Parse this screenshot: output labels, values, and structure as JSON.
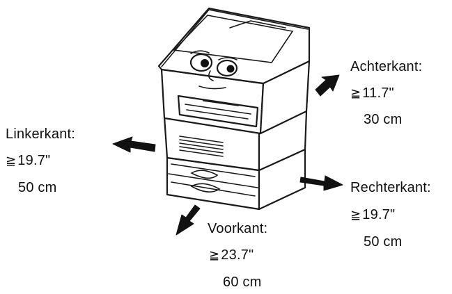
{
  "clearances": {
    "back": {
      "label": "Achterkant:",
      "ge": "≧",
      "inches": "11.7\"",
      "cm": "30 cm"
    },
    "left": {
      "label": "Linkerkant:",
      "ge": "≧",
      "inches": "19.7\"",
      "cm": "50 cm"
    },
    "right": {
      "label": "Rechterkant:",
      "ge": "≧",
      "inches": "19.7\"",
      "cm": "50 cm"
    },
    "front": {
      "label": "Voorkant:",
      "ge": "≧",
      "inches": "23.7\"",
      "cm": "60 cm"
    }
  },
  "colors": {
    "line": "#1a1a1a",
    "fill": "#ffffff",
    "arrow": "#111111"
  }
}
